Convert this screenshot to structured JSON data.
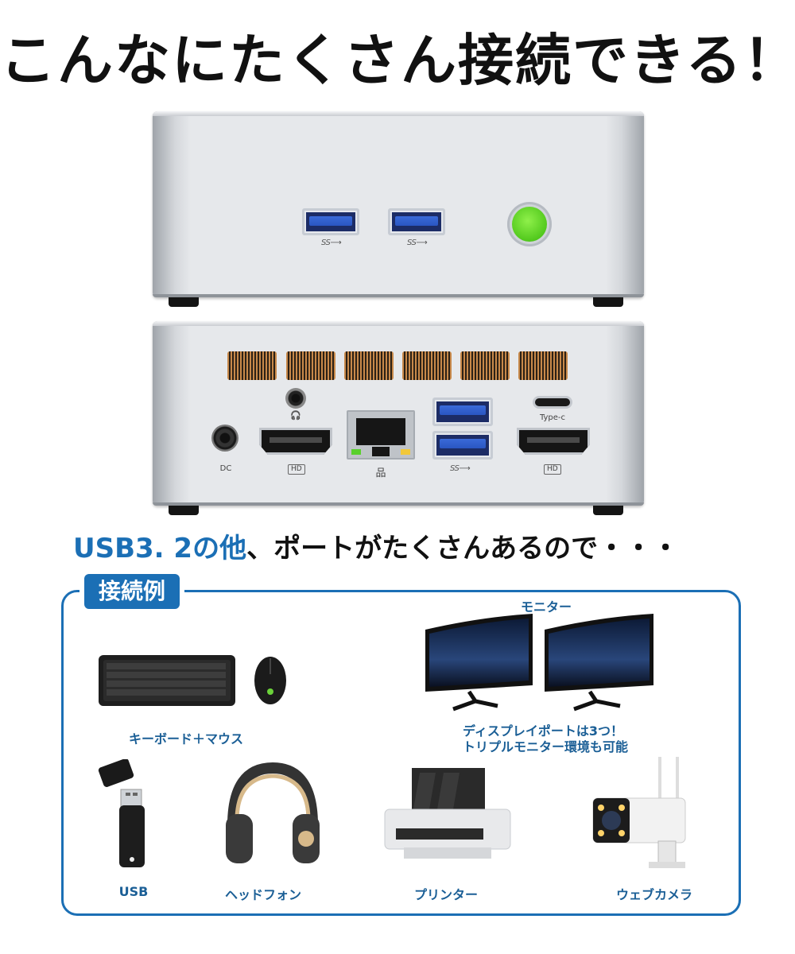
{
  "headline": "こんなにたくさん接続できる！",
  "front_panel": {
    "usb_logo_1": "SS⟶",
    "usb_logo_2": "SS⟶"
  },
  "rear_panel": {
    "dc_label": "DC",
    "hdmi_label_1": "HD",
    "ethernet_label": "品",
    "usb_logo": "SS⟶",
    "typec_label": "Type-c",
    "hdmi_label_2": "HD"
  },
  "subheading": {
    "highlight": "USB3. 2の他",
    "rest": "、ポートがたくさんあるので・・・"
  },
  "example": {
    "badge": "接続例",
    "monitor_label": "モニター",
    "keyboard_mouse_label": "キーボード＋マウス",
    "display_note_line1": "ディスプレイポートは3つ！",
    "display_note_line2": "トリプルモニター環境も可能",
    "usb_label": "USB",
    "headphones_label": "ヘッドフォン",
    "printer_label": "プリンター",
    "webcam_label": "ウェブカメラ"
  },
  "colors": {
    "accent_blue": "#1b6fb5",
    "power_green": "#52c91d",
    "usb_blue": "#2a56c2"
  }
}
